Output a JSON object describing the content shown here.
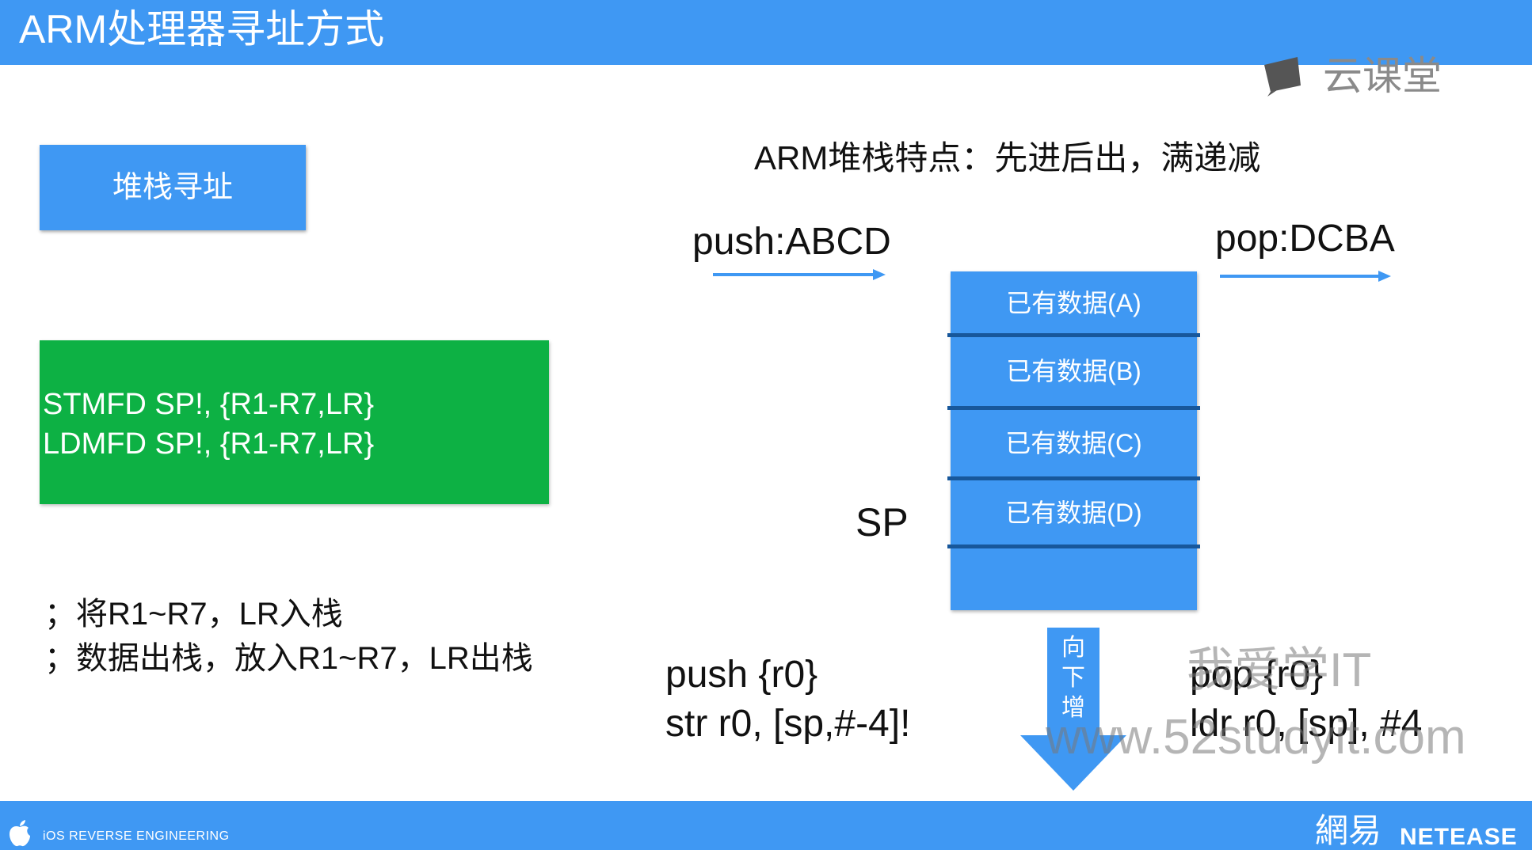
{
  "header": {
    "title": "ARM处理器寻址方式"
  },
  "brand": {
    "name": "云课堂"
  },
  "left": {
    "label": "堆栈寻址",
    "code_lines": [
      "STMFD SP!, {R1-R7,LR}",
      "LDMFD SP!, {R1-R7,LR}"
    ],
    "comments": [
      "；将R1~R7，LR入栈",
      "；数据出栈，放入R1~R7，LR出栈"
    ]
  },
  "diagram": {
    "title": "ARM堆栈特点：先进后出，满递减",
    "push_label": "push:ABCD",
    "pop_label": "pop:DCBA",
    "stack_cells": [
      "已有数据(A)",
      "已有数据(B)",
      "已有数据(C)",
      "已有数据(D)"
    ],
    "sp_label": "SP",
    "direction_chars": [
      "向",
      "下",
      "增"
    ]
  },
  "examples": {
    "push_lines": [
      "push {r0}",
      "str r0, [sp,#-4]!"
    ],
    "pop_lines": [
      "pop {r0}",
      "ldr r0, [sp], #4"
    ]
  },
  "watermark": {
    "line1": "我爱学IT",
    "line2": "www.52studyit.com"
  },
  "footer": {
    "text": "iOS REVERSE ENGINEERING",
    "logo_cn": "網易",
    "logo_en": "NETEASE"
  },
  "colors": {
    "header_blue": "#3f98f3",
    "code_green": "#0db144",
    "divider_blue": "#17579b"
  }
}
